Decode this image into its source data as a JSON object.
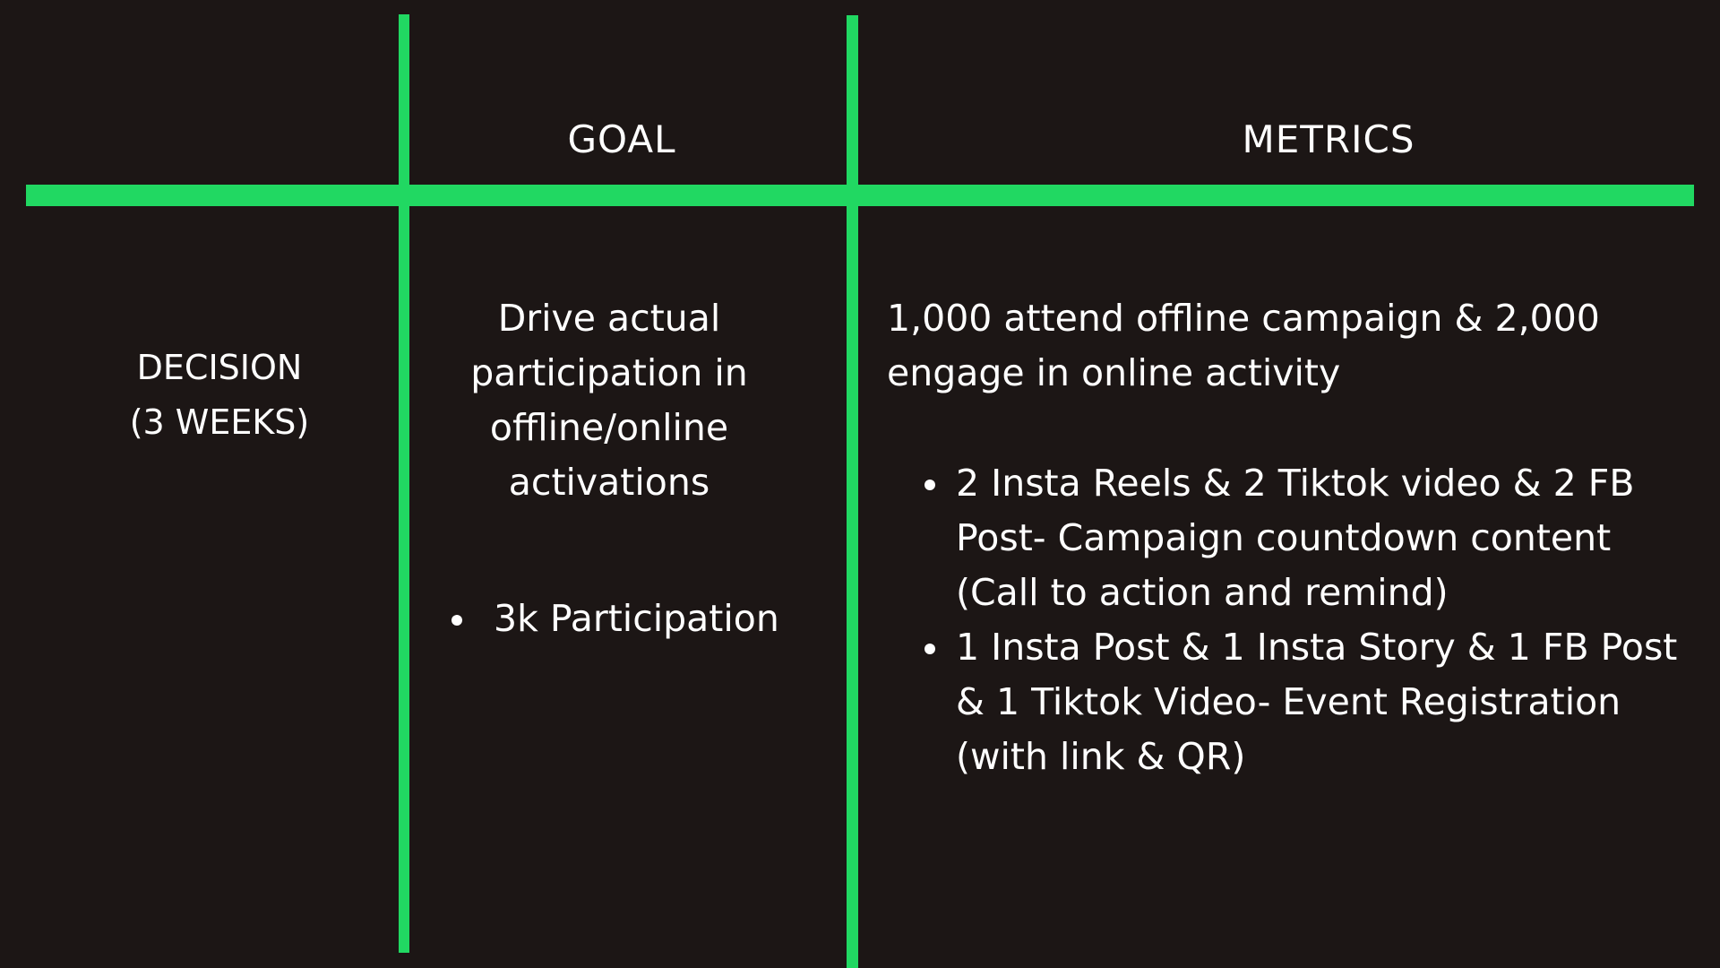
{
  "table": {
    "headers": {
      "goal": "GOAL",
      "metrics": "METRICS"
    },
    "row": {
      "label_line1": "DECISION",
      "label_line2": "(3 WEEKS)",
      "goal_text": "Drive actual participation in offline/online activations",
      "goal_bullets": [
        "3k Participation"
      ],
      "metrics_summary": "1,000 attend offline campaign & 2,000 engage in online activity",
      "metrics_bullets": [
        "2 Insta Reels & 2 Tiktok video & 2 FB Post- Campaign countdown content (Call to action and remind)",
        "1 Insta Post & 1 Insta Story & 1 FB Post & 1 Tiktok Video- Event Registration (with link & QR)"
      ]
    }
  },
  "colors": {
    "background": "#1c1615",
    "grid_lines": "#21d862",
    "text": "#ffffff"
  }
}
